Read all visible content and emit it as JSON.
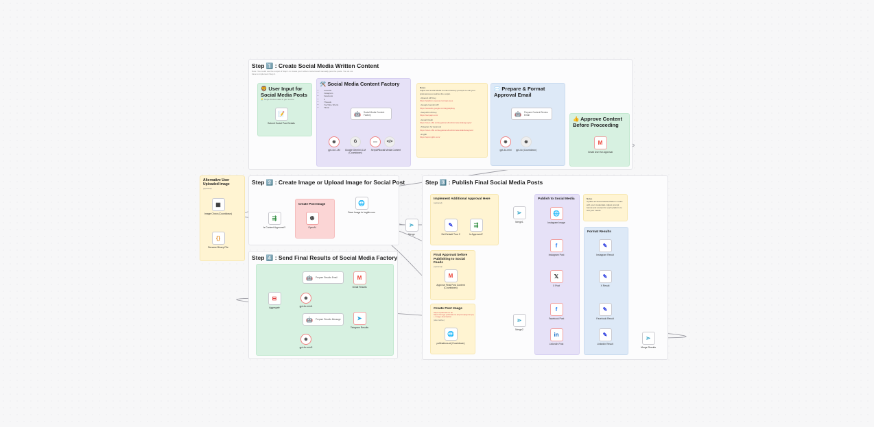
{
  "frames": {
    "step1": {
      "title": "Step 1️⃣ : Create Social Media Written Content",
      "note": "Note: You could use the output of Step 1 to create your written content and manually post the posts. You do not have to implement Step 2."
    },
    "step2": {
      "title": "Step 2️⃣ : Create Image or Upload Image for Social Post"
    },
    "step3": {
      "title": "Step 3️⃣ : Publish Final Social Media Posts"
    },
    "step4": {
      "title": "Step 4️⃣ : Send Final Results of Social Media Factory"
    }
  },
  "stickies": {
    "user_input": {
      "title": "🦁 User Input for Social Media Posts",
      "sub": "💡 Single Default data in gen source"
    },
    "factory": {
      "title": "🛠️ Social Media Content Factory",
      "list": [
        "LinkedIn",
        "Instagram",
        "Facebook",
        "X",
        "Threads",
        "YouTube Shorts",
        "Tiktok"
      ]
    },
    "notes1": {
      "title": "Notes",
      "text": "Adjust the Social Media Content Factory prompts to suit your preferences as well as the output.",
      "items": [
        [
          "OpenAI API Key",
          "https://platform.openai.com/api-keys"
        ],
        [
          "Google Gemini API",
          "https://aistudio.google.com/app/apikey"
        ],
        [
          "SerpAPI API Key",
          "https://serpapi.com/"
        ],
        [
          "Gmail OAuth",
          "https://docs.n8n.io/integrations/builtin/credentials/google/"
        ],
        [
          "Telegram for Approval",
          "https://docs.n8n.io/integrations/builtin/credentials/telegram/"
        ],
        [
          "imgbb",
          "https://api.imgbb.com/"
        ]
      ]
    },
    "prepare": {
      "title": "✉️ Prepare & Format Approval Email"
    },
    "approve": {
      "title": "👍 Approve Content Before Proceeding"
    },
    "alt_image": {
      "title": "Alternative User Uploaded Image",
      "sub": "(optional)"
    },
    "create_img": {
      "title": "Create Post Image"
    },
    "impl_approval": {
      "title": "Implement Additional Approval Here",
      "sub": "(optional)"
    },
    "final_approval": {
      "title": "Final Approval before Publishing to Social Feeds",
      "sub": "(optional)"
    },
    "create_img2": {
      "title": "Create Post Image",
      "sub": "https://pollinations.ai/ https://image.pollinations.ai/prompt/{prompt} + image description",
      "sub2": "(alternative)"
    },
    "publish": {
      "title": "Publish to Social Media"
    },
    "notes2": {
      "title": "Notes",
      "text": "Update all Social Media Platform nodes with your credentials. Adjust prompt format and content for each platform to suit your needs."
    },
    "format": {
      "title": "Format Results"
    }
  },
  "nodes": [
    {
      "id": "submit",
      "label": "Submit Social Post Details",
      "icon": "form-icon",
      "glyph": "📝"
    },
    {
      "id": "factory",
      "label": "Social Media Content Factory",
      "icon": "robot-icon",
      "glyph": "🤖",
      "wide": true
    },
    {
      "id": "gpt4o",
      "label": "gpt-4o LLM",
      "icon": "openai-icon",
      "glyph": "֍",
      "sub": true,
      "err": true
    },
    {
      "id": "gemini",
      "label": "Google Gemini LLM (Countdown)",
      "icon": "google-icon",
      "glyph": "G",
      "sub": true
    },
    {
      "id": "serp",
      "label": "SerpAPI",
      "icon": "serpapi-icon",
      "glyph": "⋯",
      "sub": true,
      "err": true
    },
    {
      "id": "parser",
      "label": "Social Media Content",
      "icon": "code-icon",
      "glyph": "</>",
      "sub": true
    },
    {
      "id": "prepemail",
      "label": "Prepare Content Review Email",
      "icon": "robot-icon",
      "glyph": "🤖",
      "wide": true
    },
    {
      "id": "gpt4omini",
      "label": "gpt-4o-mini",
      "icon": "openai-icon",
      "glyph": "֍",
      "sub": true,
      "err": true
    },
    {
      "id": "gpt4ocd",
      "label": "gpt-4o (Countdown)",
      "icon": "openai-icon",
      "glyph": "֍",
      "sub": true
    },
    {
      "id": "gmailapprove",
      "label": "Gmail User for Approval",
      "icon": "gmail-icon",
      "glyph": "M",
      "err": true
    },
    {
      "id": "imgchron",
      "label": "Image Chron (Countdown)",
      "icon": "image-icon",
      "glyph": "▦"
    },
    {
      "id": "rename",
      "label": "Rename Binary File",
      "icon": "braces-icon",
      "glyph": "{}"
    },
    {
      "id": "isapproved",
      "label": "Is Content Approved?",
      "icon": "if-icon",
      "glyph": "⇶"
    },
    {
      "id": "openai",
      "label": "OpenAI",
      "icon": "openai-icon",
      "glyph": "֍",
      "err": true
    },
    {
      "id": "imgbb",
      "label": "Save Image to imgbb.com",
      "icon": "http-icon",
      "glyph": "🌐"
    },
    {
      "id": "merge",
      "label": "Merge",
      "icon": "merge-icon",
      "glyph": "⋗"
    },
    {
      "id": "setdefault",
      "label": "Set Default True 2",
      "icon": "pencil-icon",
      "glyph": "✎"
    },
    {
      "id": "isapproved2",
      "label": "Is Approved?",
      "icon": "if-icon",
      "glyph": "⇶"
    },
    {
      "id": "merge1",
      "label": "Merge1",
      "icon": "merge-icon",
      "glyph": "⋗"
    },
    {
      "id": "approvefinal",
      "label": "Approve Final Post Content (Countdown)",
      "icon": "gmail-icon",
      "glyph": "M"
    },
    {
      "id": "pollinations",
      "label": "pollinations.ai (Countdown)",
      "icon": "http-icon",
      "glyph": "🌐"
    },
    {
      "id": "merge2",
      "label": "Merge2",
      "icon": "merge-icon",
      "glyph": "⋗"
    },
    {
      "id": "igimage",
      "label": "Instagram Image",
      "icon": "http-icon",
      "glyph": "🌐",
      "err": true
    },
    {
      "id": "igpost",
      "label": "Instagram Post",
      "icon": "facebook-icon",
      "glyph": "f",
      "err": true
    },
    {
      "id": "xpost",
      "label": "X Post",
      "icon": "x-icon",
      "glyph": "𝕏",
      "err": true
    },
    {
      "id": "fbpost",
      "label": "Facebook Post",
      "icon": "facebook-icon",
      "glyph": "f",
      "err": true
    },
    {
      "id": "lipost",
      "label": "LinkedIn Post",
      "icon": "linkedin-icon",
      "glyph": "in",
      "err": true
    },
    {
      "id": "igres",
      "label": "Instagram Result",
      "icon": "pencil-icon",
      "glyph": "✎"
    },
    {
      "id": "xres",
      "label": "X Result",
      "icon": "pencil-icon",
      "glyph": "✎"
    },
    {
      "id": "fbres",
      "label": "Facebook Result",
      "icon": "pencil-icon",
      "glyph": "✎"
    },
    {
      "id": "lires",
      "label": "LinkedIn Result",
      "icon": "pencil-icon",
      "glyph": "✎"
    },
    {
      "id": "mergeres",
      "label": "Merge Results",
      "icon": "merge-icon",
      "glyph": "⋗"
    },
    {
      "id": "aggregate",
      "label": "Aggregate",
      "icon": "aggregate-icon",
      "glyph": "⊟"
    },
    {
      "id": "presemail",
      "label": "Prepare Results Email",
      "icon": "robot-icon",
      "glyph": "🤖",
      "wide": true
    },
    {
      "id": "gmailres",
      "label": "Gmail Results",
      "icon": "gmail-icon",
      "glyph": "M",
      "err": true
    },
    {
      "id": "gptmini1",
      "label": "gpt-4o-mini1",
      "icon": "openai-icon",
      "glyph": "֍",
      "sub": true,
      "err": true
    },
    {
      "id": "presmsg",
      "label": "Prepare Results Message",
      "icon": "robot-icon",
      "glyph": "🤖",
      "wide": true
    },
    {
      "id": "telegram",
      "label": "Telegram Results",
      "icon": "telegram-icon",
      "glyph": "➤",
      "err": true
    },
    {
      "id": "gptmini2",
      "label": "gpt-4o-mini2",
      "icon": "openai-icon",
      "glyph": "֍",
      "sub": true,
      "err": true
    }
  ],
  "connections": [
    [
      "submit",
      "factory"
    ],
    [
      "factory",
      "prepemail"
    ],
    [
      "prepemail",
      "gmailapprove"
    ],
    [
      "gmailapprove",
      "isapproved"
    ],
    [
      "imgchron",
      "rename"
    ],
    [
      "isapproved",
      "openai"
    ],
    [
      "openai",
      "imgbb"
    ],
    [
      "openai",
      "merge"
    ],
    [
      "imgbb",
      "merge"
    ],
    [
      "merge",
      "setdefault"
    ],
    [
      "setdefault",
      "isapproved2"
    ],
    [
      "isapproved2",
      "merge1"
    ],
    [
      "isapproved2",
      "merge2"
    ],
    [
      "merge1",
      "igimage"
    ],
    [
      "igimage",
      "igpost"
    ],
    [
      "openai",
      "xpost"
    ],
    [
      "openai",
      "merge2"
    ],
    [
      "merge2",
      "fbpost"
    ],
    [
      "merge2",
      "lipost"
    ],
    [
      "igpost",
      "igres"
    ],
    [
      "xpost",
      "xres"
    ],
    [
      "fbpost",
      "fbres"
    ],
    [
      "lipost",
      "lires"
    ],
    [
      "igres",
      "mergeres"
    ],
    [
      "xres",
      "mergeres"
    ],
    [
      "fbres",
      "mergeres"
    ],
    [
      "lires",
      "mergeres"
    ],
    [
      "mergeres",
      "aggregate"
    ],
    [
      "aggregate",
      "presemail"
    ],
    [
      "aggregate",
      "presmsg"
    ],
    [
      "presemail",
      "gmailres"
    ],
    [
      "presmsg",
      "telegram"
    ]
  ],
  "colors": {
    "gmail": "#ea4335",
    "facebook": "#1877f2",
    "linkedin": "#0a66c2",
    "telegram": "#229ed9",
    "pencil": "#2b3de0",
    "if": "#2a8a3a",
    "merge": "#3aa6c8"
  }
}
